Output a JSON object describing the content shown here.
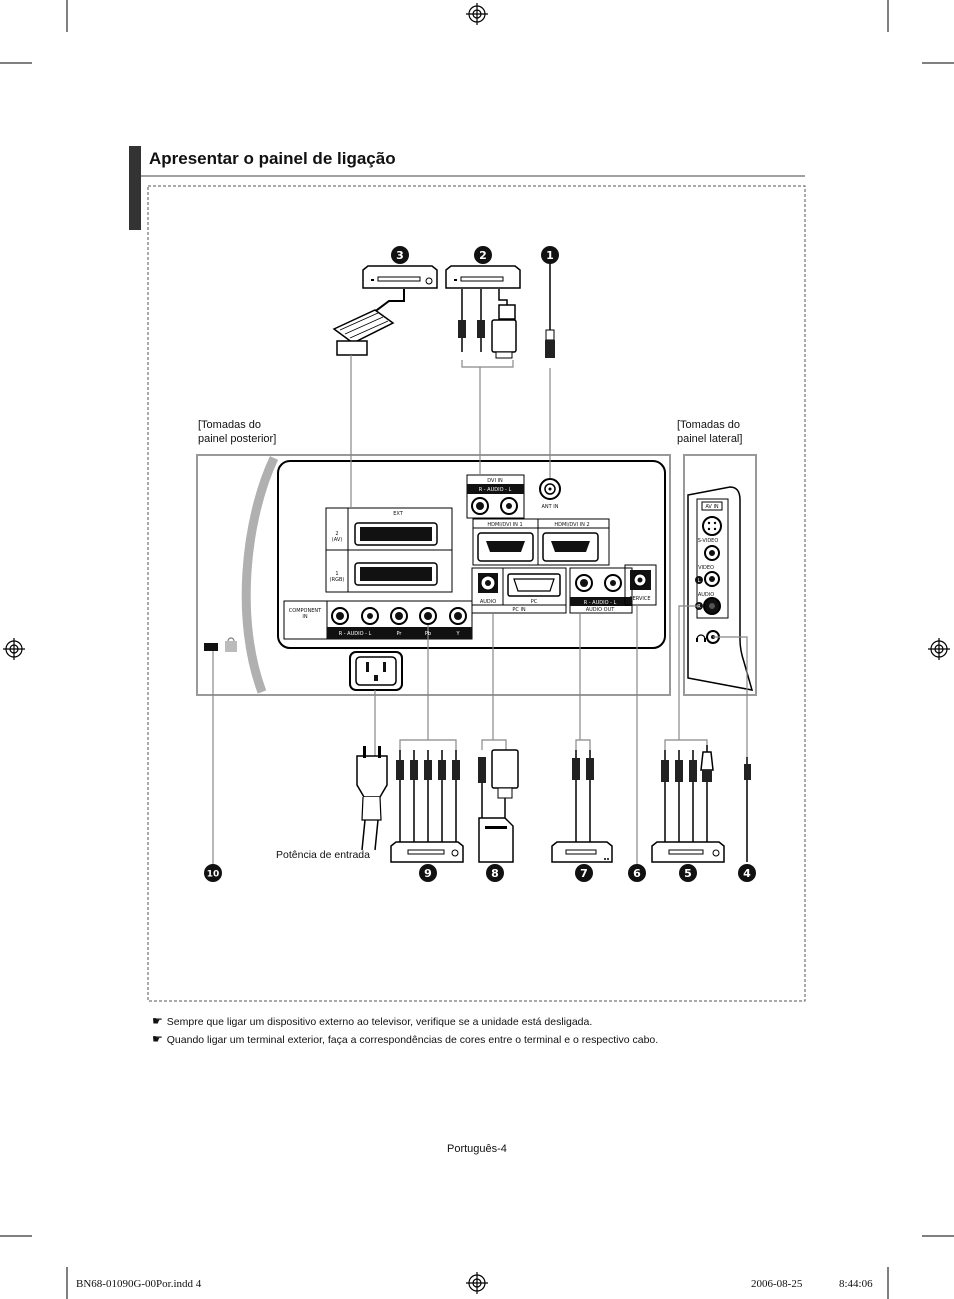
{
  "section": {
    "title": "Apresentar o painel de ligação"
  },
  "callouts": [
    "1",
    "2",
    "3",
    "4",
    "5",
    "6",
    "7",
    "8",
    "9",
    "10"
  ],
  "panel_labels": {
    "rear": "[Tomadas do\npainel posterior]",
    "side": "[Tomadas do\npainel lateral]",
    "power_input": "Potência de entrada"
  },
  "ports": {
    "ext": "EXT",
    "av2": "2\n(AV)",
    "rgb1": "1\n(RGB)",
    "component_in": "COMPONENT\nIN",
    "audio_rl": "R - AUDIO - L",
    "pr": "Pr",
    "pb": "Pb",
    "y": "Y",
    "dvi_in": "DVI IN",
    "dvi_audio": "R - AUDIO - L",
    "ant_in": "ANT IN",
    "hdmi1": "HDMI/DVI IN 1",
    "hdmi2": "HDMI/DVI IN 2",
    "audio": "AUDIO",
    "pc": "PC",
    "pc_in": "PC IN",
    "audio_out_rl": "R - AUDIO - L",
    "audio_out": "AUDIO OUT",
    "service": "SERVICE",
    "av_in": "AV IN",
    "s_video": "S-VIDEO",
    "video": "VIDEO",
    "side_audio": "AUDIO",
    "l": "L",
    "r": "R"
  },
  "notes": [
    "Sempre que ligar um dispositivo externo ao televisor, verifique se a unidade está desligada.",
    "Quando ligar um terminal exterior, faça a correspondências de cores entre o terminal e o respectivo cabo."
  ],
  "footer": {
    "page": "Português-4",
    "file": "BN68-01090G-00Por.indd   4",
    "date": "2006-08-25",
    "time": "8:44:06"
  },
  "icons": {
    "note": "pointing-hand-icon",
    "registration": "registration-target-icon",
    "lock": "kensington-lock-icon",
    "headphone": "headphone-icon"
  }
}
